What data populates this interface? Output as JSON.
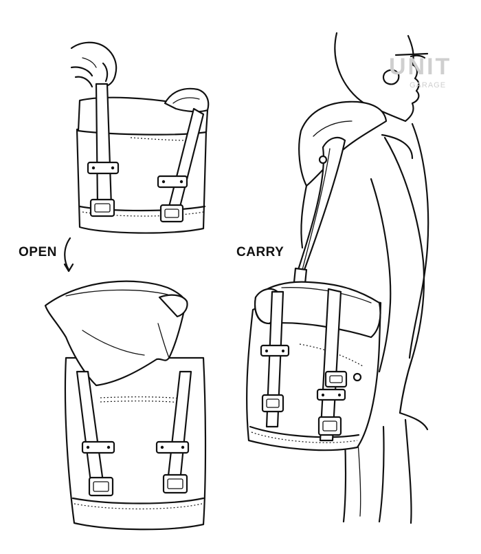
{
  "labels": {
    "open": "OPEN",
    "carry": "CARRY"
  },
  "logo": {
    "main": "UNIT",
    "sub": "GARAGE",
    "color": "#cfcfcf"
  },
  "colors": {
    "line": "#111111",
    "background": "#ffffff"
  }
}
